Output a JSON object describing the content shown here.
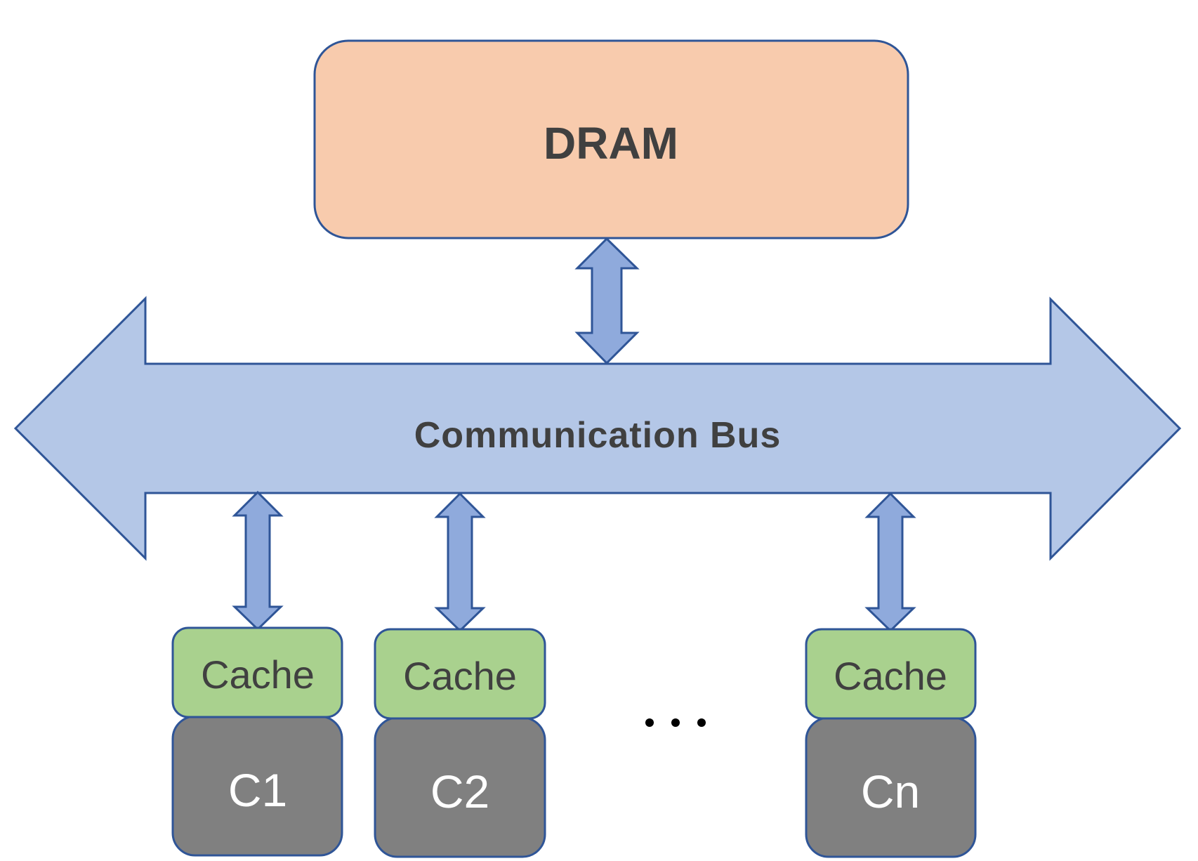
{
  "diagram": {
    "memory": {
      "label": "DRAM"
    },
    "bus": {
      "label": "Communication Bus"
    },
    "cores": [
      {
        "cache_label": "Cache",
        "core_label": "C1"
      },
      {
        "cache_label": "Cache",
        "core_label": "C2"
      },
      {
        "cache_label": "Cache",
        "core_label": "Cn"
      }
    ],
    "ellipsis": "…",
    "colors": {
      "memory_fill": "#F8CBAD",
      "bus_fill": "#B4C7E7",
      "link_arrow_fill": "#8FAADC",
      "cache_fill": "#A9D18E",
      "core_fill": "#808080",
      "outline": "#2F5597",
      "text_dark": "#404040",
      "text_light": "#FFFFFF"
    }
  }
}
